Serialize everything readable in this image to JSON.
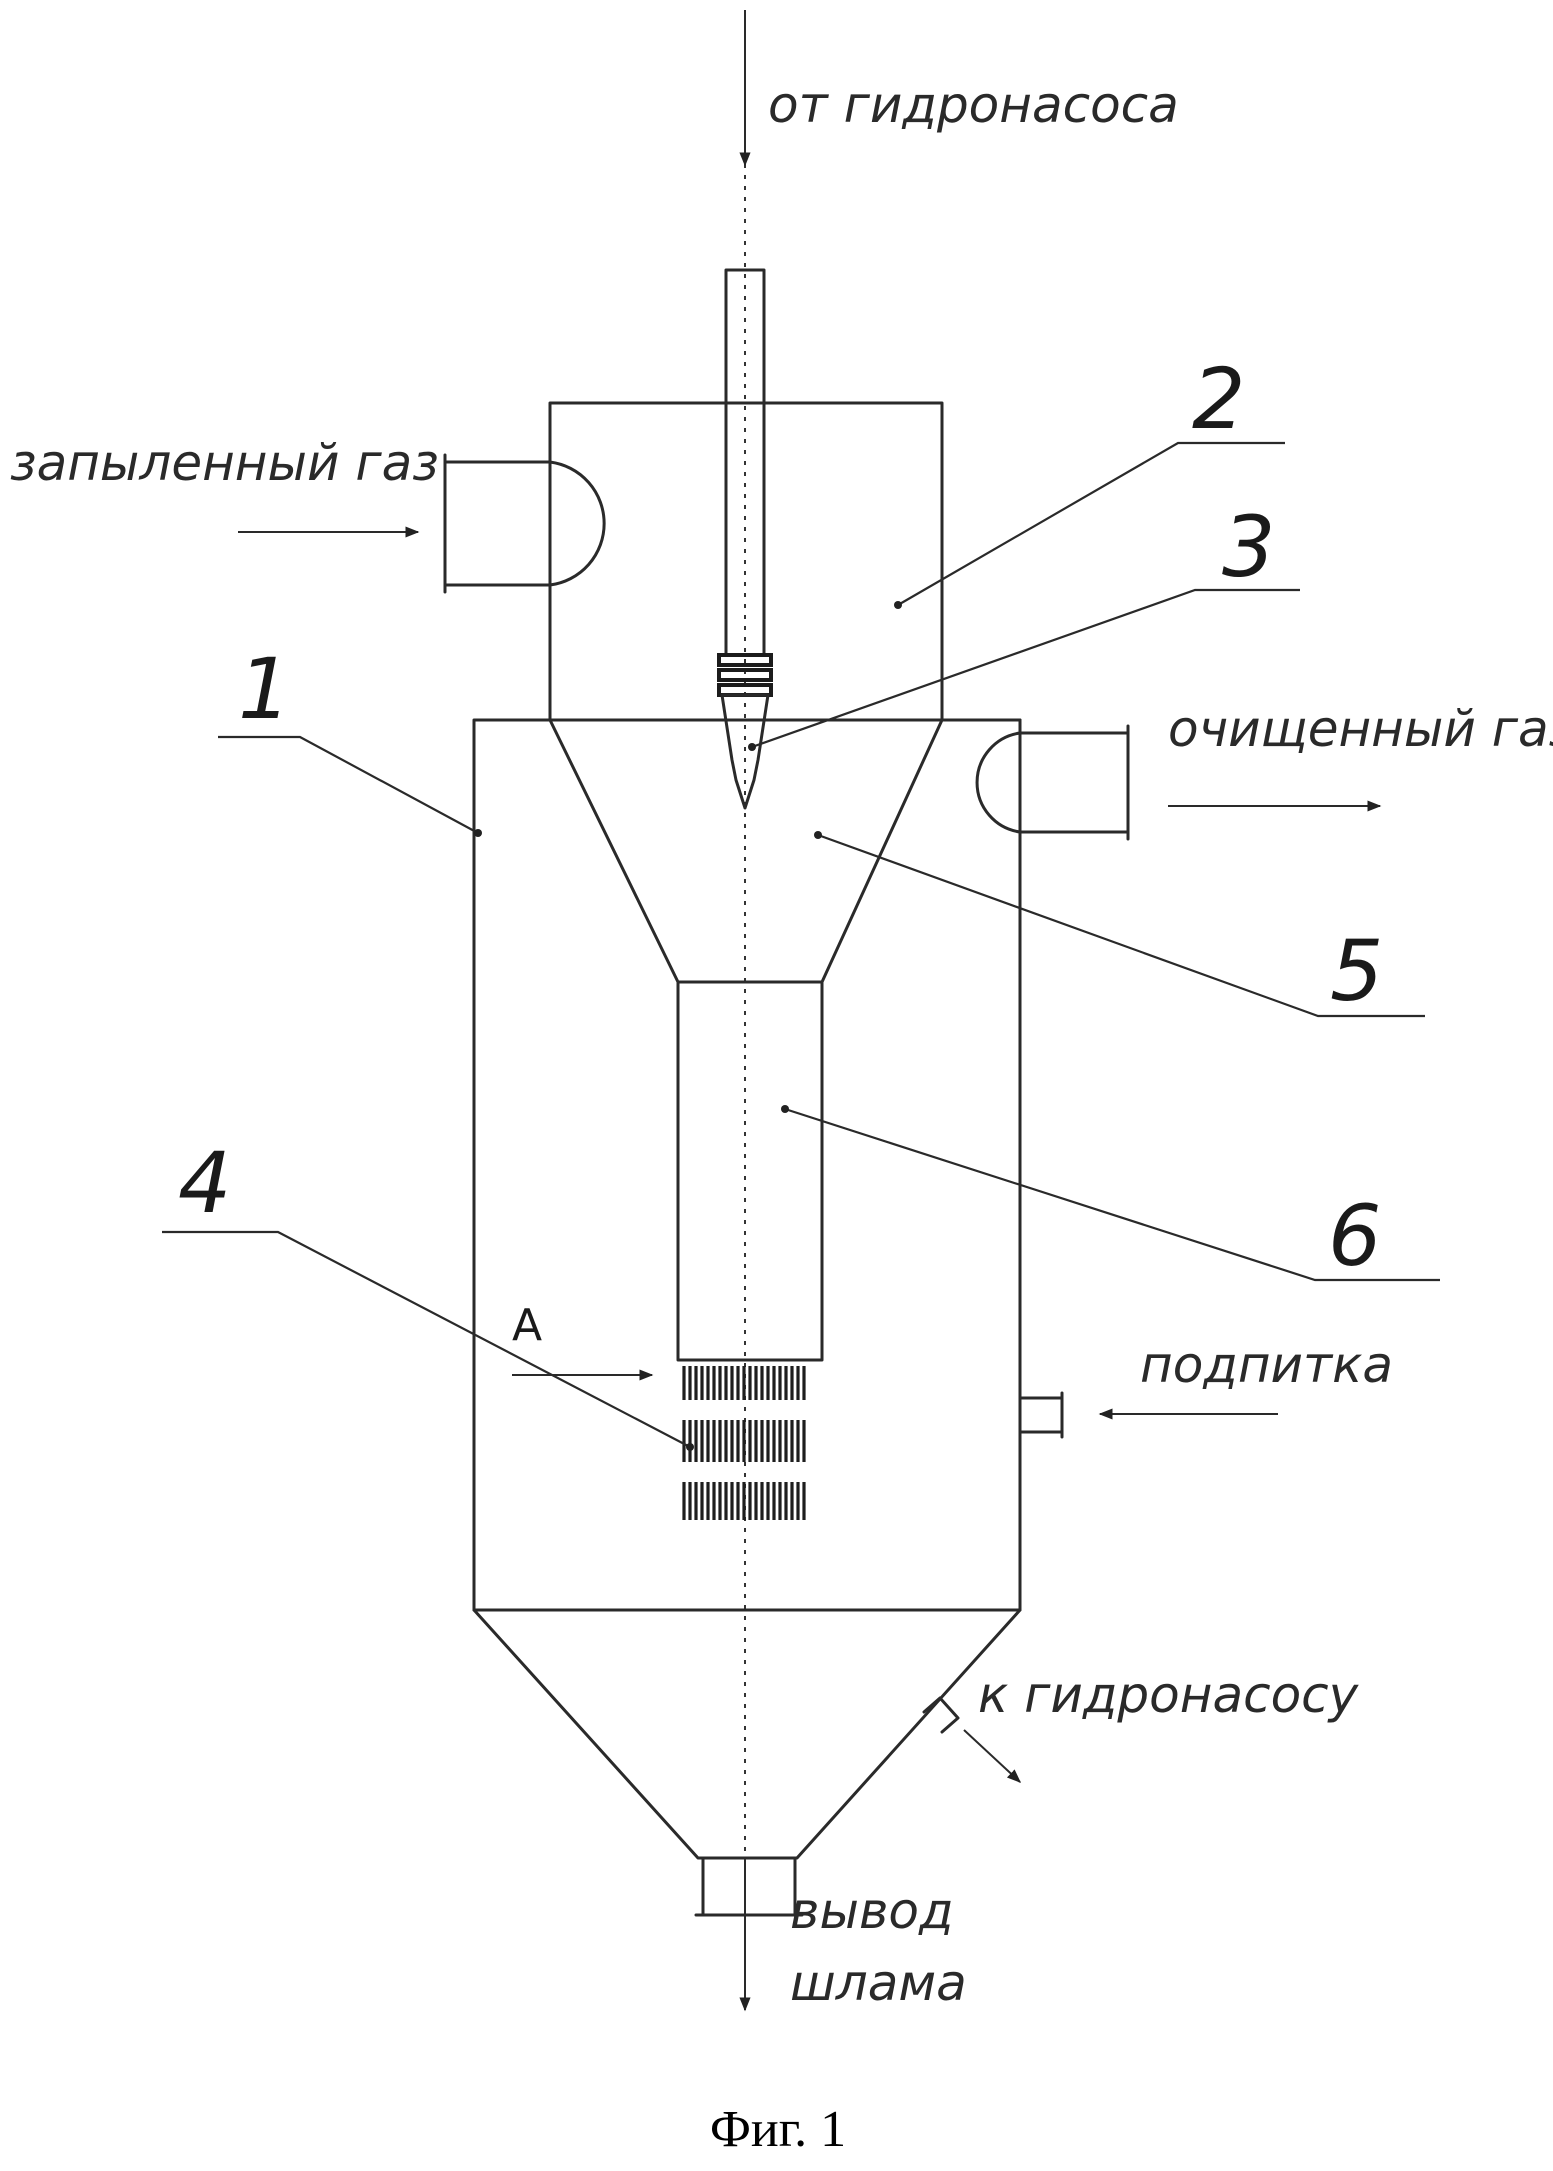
{
  "labels": {
    "from_pump": "от гидронасоса",
    "dusty_gas": "запыленный газ",
    "clean_gas": "очищенный газ",
    "makeup": "подпитка",
    "to_pump": "к гидронасосу",
    "sludge_line1": "вывод",
    "sludge_line2": "шлама",
    "view_a": "А"
  },
  "parts": {
    "p1": "1",
    "p2": "2",
    "p3": "3",
    "p4": "4",
    "p5": "5",
    "p6": "6"
  },
  "caption": "Фиг. 1"
}
